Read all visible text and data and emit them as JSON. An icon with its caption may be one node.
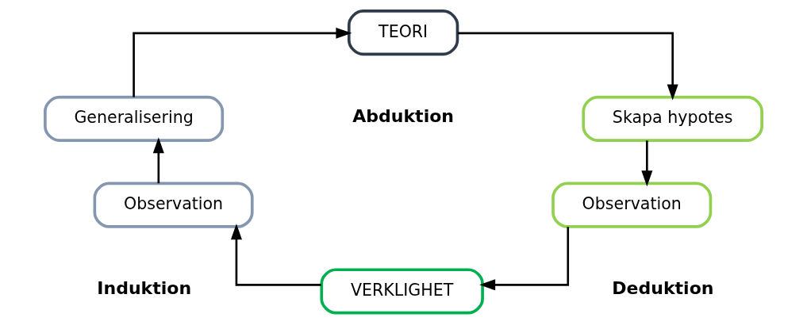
{
  "diagram": {
    "nodes": [
      {
        "text": [
          "TEORI"
        ]
      },
      {
        "text": [
          "Skapa hypotes"
        ]
      },
      {
        "text": [
          "Observation"
        ]
      },
      {
        "text": [
          "VERKLIGHET"
        ]
      },
      {
        "text": [
          "Observation"
        ]
      },
      {
        "text": [
          "Generalisering"
        ]
      }
    ],
    "edges": [
      {
        "from": 0,
        "to": 1,
        "arrow": "to"
      },
      {
        "from": 1,
        "to": 2,
        "arrow": "to"
      },
      {
        "from": 2,
        "to": 3,
        "arrow": "to"
      },
      {
        "from": 3,
        "to": 4,
        "arrow": "to"
      },
      {
        "from": 4,
        "to": 5,
        "arrow": "to"
      },
      {
        "from": 5,
        "to": 0,
        "arrow": "to"
      }
    ],
    "labels": [
      "Abduktion",
      "Induktion",
      "Deduktion"
    ]
  }
}
